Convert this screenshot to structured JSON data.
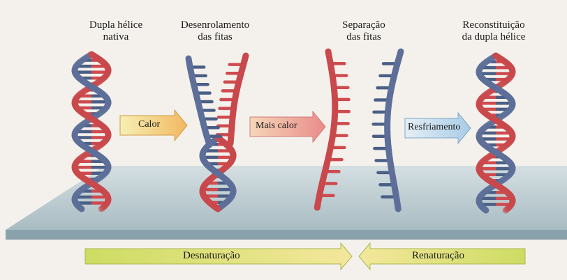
{
  "stages": [
    {
      "label_line1": "Dupla hélice",
      "label_line2": "nativa"
    },
    {
      "label_line1": "Desenrolamento",
      "label_line2": "das fitas"
    },
    {
      "label_line1": "Separação",
      "label_line2": "das fitas"
    },
    {
      "label_line1": "Reconstituição",
      "label_line2": "da dupla hélice"
    }
  ],
  "arrows": {
    "heat": "Calor",
    "more_heat": "Mais calor",
    "cooling": "Resfriamento"
  },
  "process": {
    "denaturation": "Desnaturação",
    "renaturation": "Renaturação"
  },
  "colors": {
    "strand_red": "#c9484c",
    "strand_blue": "#5d6f98",
    "rung_red": "#cf4a4f",
    "rung_blue": "#4a5f86",
    "platform": "#b9c9cf",
    "arrow_yellow": "#f3e7a0",
    "arrow_orange": "#f0a86a",
    "arrow_red": "#f2b7a8",
    "arrow_blue": "#c4dcec",
    "arrow_green": "#d9e27a"
  }
}
